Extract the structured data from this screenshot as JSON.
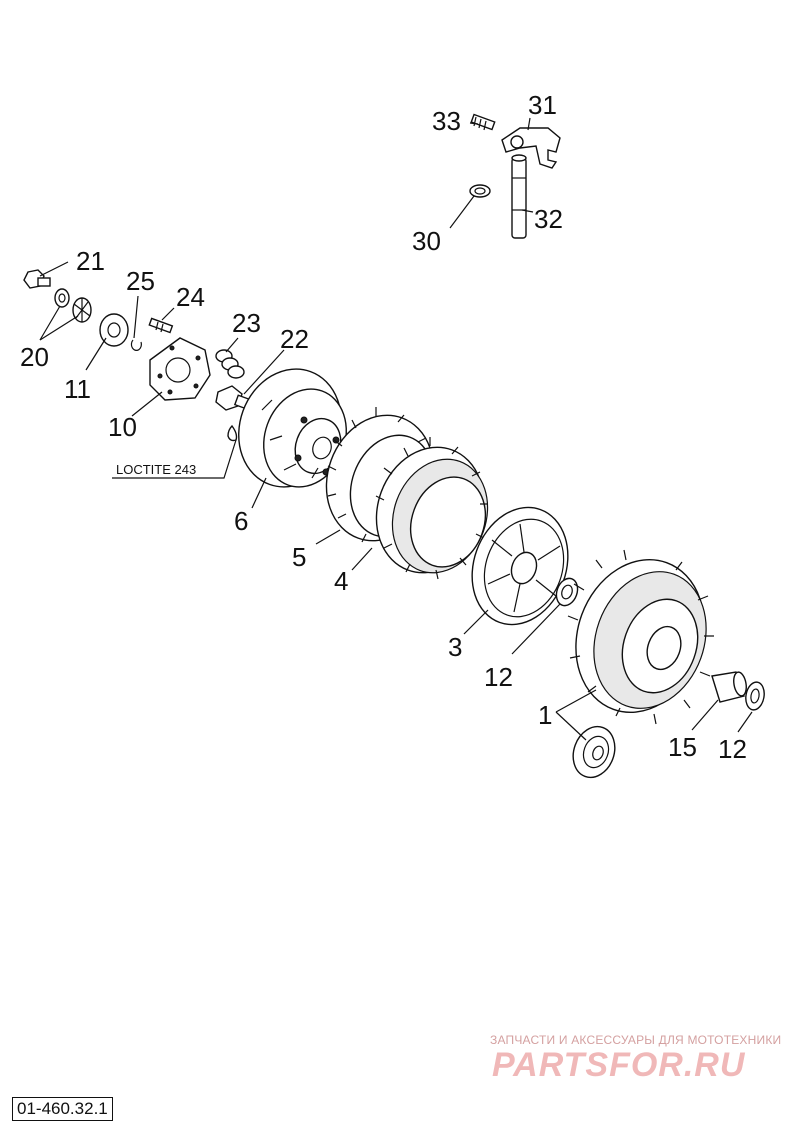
{
  "callouts": {
    "p33": "33",
    "p31": "31",
    "p32": "32",
    "p30": "30",
    "p21": "21",
    "p25": "25",
    "p24": "24",
    "p23": "23",
    "p22": "22",
    "p20": "20",
    "p11": "11",
    "p10": "10",
    "p6": "6",
    "p5": "5",
    "p4": "4",
    "p3": "3",
    "p12a": "12",
    "p1": "1",
    "p15": "15",
    "p12b": "12"
  },
  "note": "LOCTITE 243",
  "watermark": {
    "tagline": "ЗАПЧАСТИ И АКСЕССУАРЫ ДЛЯ МОТОТЕХНИКИ",
    "logo": "PARTSFOR.RU"
  },
  "drawing_code": "01-460.32.1"
}
